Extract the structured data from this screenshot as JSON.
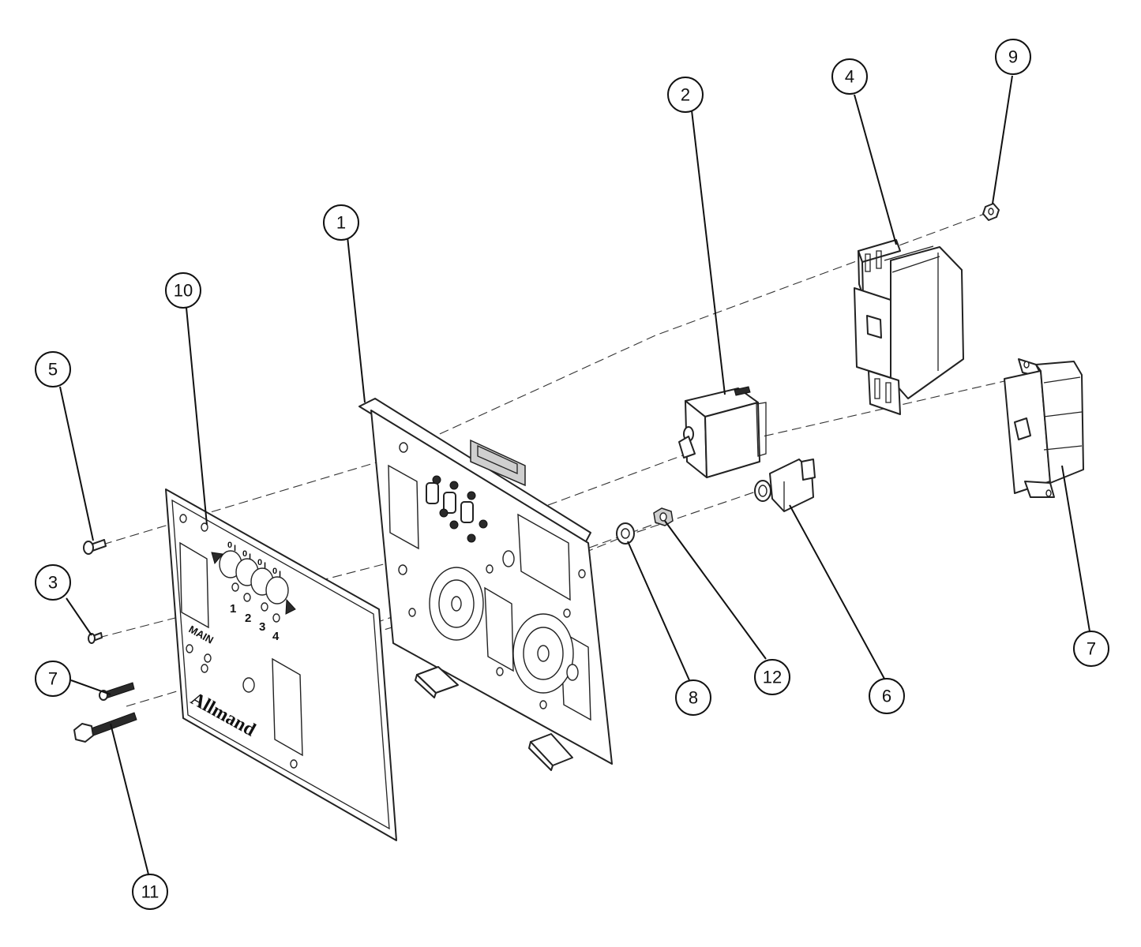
{
  "callouts": [
    {
      "id": "callout-1",
      "label": "1"
    },
    {
      "id": "callout-2",
      "label": "2"
    },
    {
      "id": "callout-3",
      "label": "3"
    },
    {
      "id": "callout-4",
      "label": "4"
    },
    {
      "id": "callout-5",
      "label": "5"
    },
    {
      "id": "callout-6",
      "label": "6"
    },
    {
      "id": "callout-7-left",
      "label": "7"
    },
    {
      "id": "callout-7-right",
      "label": "7"
    },
    {
      "id": "callout-8",
      "label": "8"
    },
    {
      "id": "callout-9",
      "label": "9"
    },
    {
      "id": "callout-10",
      "label": "10"
    },
    {
      "id": "callout-11",
      "label": "11"
    },
    {
      "id": "callout-12",
      "label": "12"
    }
  ],
  "faceplate": {
    "main_label": "MAIN",
    "brand_logo": "Allmand",
    "switch_positions": [
      "0",
      "I"
    ],
    "breaker_numbers": [
      "1",
      "2",
      "3",
      "4"
    ]
  }
}
